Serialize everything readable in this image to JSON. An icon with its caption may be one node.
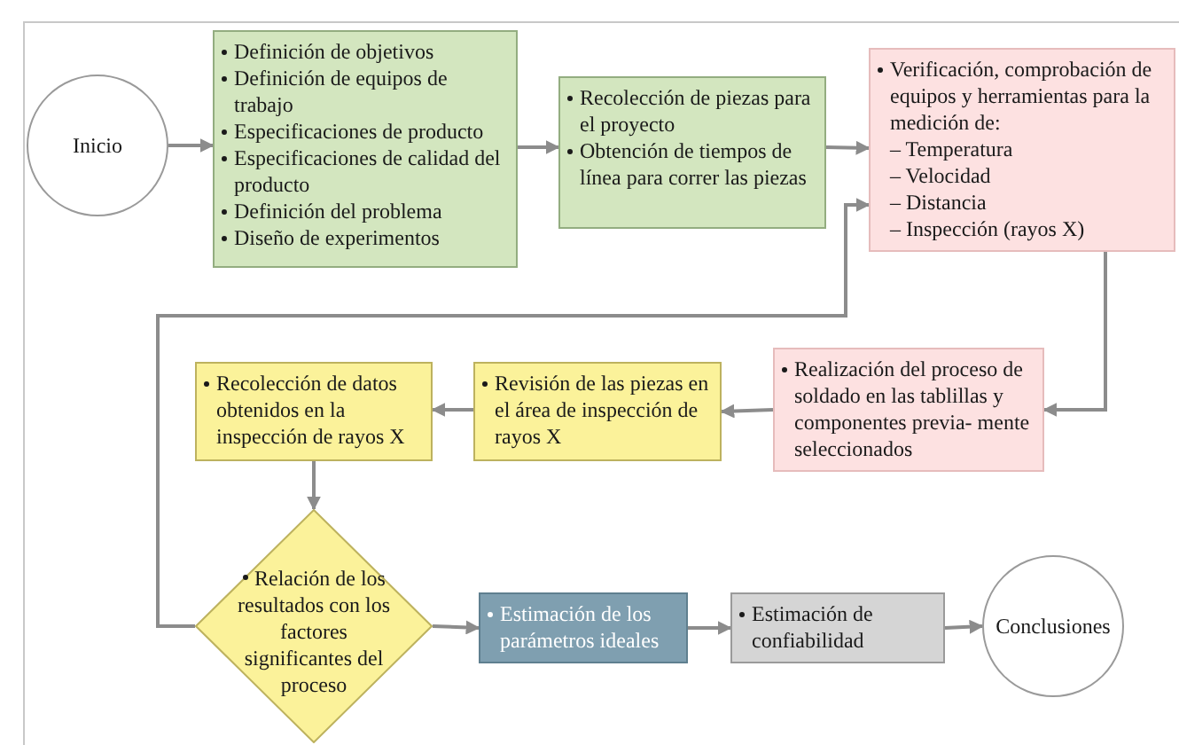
{
  "diagram": {
    "nodes": [
      {
        "text": [
          "Inicio"
        ]
      },
      {
        "text": [
          "Definición de objetivos",
          "Definición de equipos de trabajo",
          "Especificaciones de producto",
          "Especificaciones de calidad del producto",
          "Definición del problema",
          "Diseño de experimentos"
        ]
      },
      {
        "text": [
          "Recolección de piezas para el proyecto",
          "Obtención de tiempos de línea para correr las piezas"
        ]
      },
      {
        "text": [
          "Verificación, comprobación de equipos y herramientas para la medición de:",
          "– Temperatura",
          "– Velocidad",
          "– Distancia",
          "– Inspección (rayos X)"
        ]
      },
      {
        "text": [
          "Realización del proceso de soldado en las tablillas y componentes previa- mente seleccionados"
        ]
      },
      {
        "text": [
          "Revisión de las piezas en el área de inspección de rayos X"
        ]
      },
      {
        "text": [
          "Recolección de datos obtenidos en la inspección de rayos X"
        ]
      },
      {
        "text": [
          "Relación de los resultados con los factores significantes del proceso"
        ]
      },
      {
        "text": [
          "Estimación de los parámetros ideales"
        ]
      },
      {
        "text": [
          "Estimación de confiabilidad"
        ]
      },
      {
        "text": [
          "Conclusiones"
        ]
      }
    ],
    "edges": [
      {
        "from": 0,
        "to": 1,
        "arrow": "to"
      },
      {
        "from": 1,
        "to": 2,
        "arrow": "to"
      },
      {
        "from": 2,
        "to": 3,
        "arrow": "to"
      },
      {
        "from": 3,
        "to": 4,
        "arrow": "to"
      },
      {
        "from": 4,
        "to": 5,
        "arrow": "to"
      },
      {
        "from": 5,
        "to": 6,
        "arrow": "to"
      },
      {
        "from": 6,
        "to": 7,
        "arrow": "to"
      },
      {
        "from": 7,
        "to": 8,
        "arrow": "to"
      },
      {
        "from": 8,
        "to": 9,
        "arrow": "to"
      },
      {
        "from": 9,
        "to": 10,
        "arrow": "to"
      },
      {
        "from": 7,
        "to": 3,
        "arrow": "to"
      }
    ]
  }
}
